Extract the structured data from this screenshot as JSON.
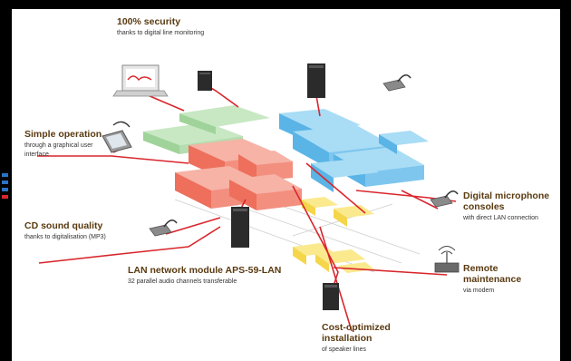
{
  "labels": {
    "security": {
      "title": "100% security",
      "subtitle": "thanks to digital line monitoring"
    },
    "simple_operation": {
      "title": "Simple operation",
      "subtitle": "through a graphical user interface"
    },
    "cd_quality": {
      "title": "CD sound quality",
      "subtitle": "thanks to digitalisation (MP3)"
    },
    "lan_module": {
      "title": "LAN network module APS-59-LAN",
      "subtitle": "32 parallel audio channels transferable"
    },
    "cost_optimized": {
      "title": "Cost-optimized installation",
      "subtitle": "of speaker lines"
    },
    "mic_consoles": {
      "title": "Digital microphone consoles",
      "subtitle": "with direct LAN connection"
    },
    "remote_maintenance": {
      "title": "Remote maintenance",
      "subtitle": "via modem"
    }
  },
  "colors": {
    "red_line": "#d9262c",
    "red_block": "#ee6f5c",
    "blue_block": "#5ab4e6",
    "green_block": "#9fd39a",
    "yellow_block": "#f5d64a",
    "device": "#2b2b2b",
    "label_title": "#5a3a10"
  }
}
